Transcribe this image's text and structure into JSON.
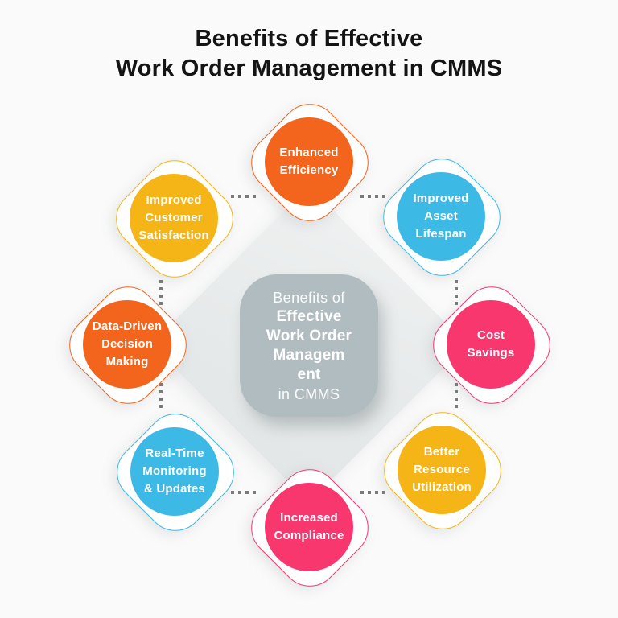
{
  "title": {
    "line1": "Benefits of Effective",
    "line2": "Work Order Management in CMMS"
  },
  "center_card": {
    "lines": [
      "Benefits of",
      "Effective",
      "Work Order",
      "Managem",
      "ent",
      "in CMMS"
    ]
  },
  "nodes": [
    {
      "id": "enhanced-efficiency",
      "position": "top",
      "color": "#f3641c",
      "lines": [
        "Enhanced",
        "Efficiency"
      ]
    },
    {
      "id": "improved-asset-lifespan",
      "position": "top-right",
      "color": "#3db9e5",
      "lines": [
        "Improved",
        "Asset",
        "Lifespan"
      ]
    },
    {
      "id": "cost-savings",
      "position": "right",
      "color": "#f8376f",
      "lines": [
        "Cost",
        "Savings"
      ]
    },
    {
      "id": "better-resource-utilization",
      "position": "bottom-right",
      "color": "#f5b517",
      "lines": [
        "Better",
        "Resource",
        "Utilization"
      ]
    },
    {
      "id": "increased-compliance",
      "position": "bottom",
      "color": "#f8376f",
      "lines": [
        "Increased",
        "Compliance"
      ]
    },
    {
      "id": "real-time-monitoring-updates",
      "position": "bottom-left",
      "color": "#3db9e5",
      "lines": [
        "Real-Time",
        "Monitoring",
        "& Updates"
      ]
    },
    {
      "id": "data-driven-decision-making",
      "position": "left",
      "color": "#f3641c",
      "lines": [
        "Data-Driven",
        "Decision",
        "Making"
      ]
    },
    {
      "id": "improved-customer-satisfaction",
      "position": "top-left",
      "color": "#f5b517",
      "lines": [
        "Improved",
        "Customer",
        "Satisfaction"
      ]
    }
  ],
  "colors": {
    "orange": "#f3641c",
    "blue": "#3db9e5",
    "pink": "#f8376f",
    "yellow": "#f5b517",
    "center_card_bg": "#b1bcc0",
    "center_diamond_bg": "#e9ebeb",
    "background": "#fafafa",
    "title_text": "#141414",
    "label_text": "#ffffff",
    "connector_dots": "#7b7b7b"
  }
}
